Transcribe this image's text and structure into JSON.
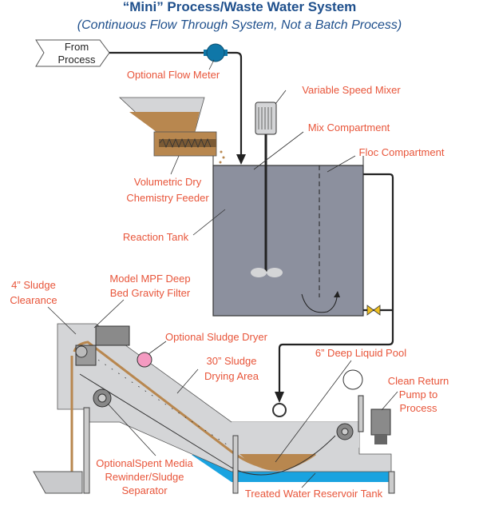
{
  "title": "“Mini” Process/Waste Water System",
  "subtitle": "(Continuous Flow Through System, Not a Batch Process)",
  "source_tag": [
    "From",
    "Process"
  ],
  "labels": {
    "flow_meter": "Optional Flow Meter",
    "mixer": "Variable Speed Mixer",
    "mix_compartment": "Mix Compartment",
    "floc_compartment": "Floc Compartment",
    "feeder": [
      "Volumetric Dry",
      "Chemistry Feeder"
    ],
    "reaction_tank": "Reaction Tank",
    "clearance": [
      "4” Sludge",
      "Clearance"
    ],
    "filter": [
      "Model MPF Deep",
      "Bed Gravity Filter"
    ],
    "dryer": "Optional Sludge Dryer",
    "drying_area": [
      "30” Sludge",
      "Drying Area"
    ],
    "liquid_pool": "6” Deep Liquid Pool",
    "return_pump": [
      "Clean Return",
      "Pump to",
      "Process"
    ],
    "rewinder": [
      "OptionalSpent Media",
      "Rewinder/Sludge",
      "Separator"
    ],
    "reservoir": "Treated Water Reservoir Tank"
  },
  "colors": {
    "title": "#1e4f8c",
    "label": "#e8553a",
    "tank": "#8c909e",
    "machine": "#d4d5d7",
    "water": "#1aa3e0",
    "sludge": "#b8874f",
    "flow_meter": "#0f77a8",
    "valve": "#f0c020",
    "dryer": "#f49ac1"
  }
}
